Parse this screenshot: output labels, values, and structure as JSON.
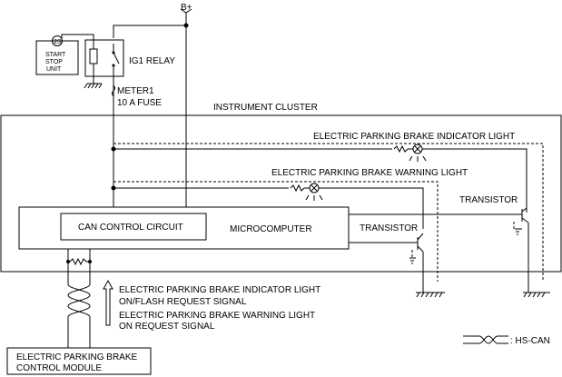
{
  "power": {
    "label": "B+"
  },
  "start_stop": {
    "line1": "START",
    "line2": "STOP",
    "line3": "UNIT",
    "badge": "2S"
  },
  "relay": {
    "label": "IG1 RELAY"
  },
  "fuse": {
    "line1": "METER1",
    "line2": "10 A FUSE"
  },
  "cluster": {
    "label": "INSTRUMENT CLUSTER"
  },
  "indicator_light": {
    "label": "ELECTRIC PARKING BRAKE INDICATOR LIGHT"
  },
  "warning_light": {
    "label": "ELECTRIC PARKING BRAKE WARNING LIGHT"
  },
  "microcomputer": {
    "label": "MICROCOMPUTER",
    "can_label": "CAN CONTROL CIRCUIT"
  },
  "transistor_upper": {
    "label": "TRANSISTOR"
  },
  "transistor_lower": {
    "label": "TRANSISTOR"
  },
  "signals": {
    "indicator_line1": "ELECTRIC PARKING BRAKE INDICATOR LIGHT",
    "indicator_line2": "ON/FLASH REQUEST SIGNAL",
    "warning_line1": "ELECTRIC PARKING BRAKE WARNING LIGHT",
    "warning_line2": "ON REQUEST SIGNAL"
  },
  "epb_module": {
    "line1": "ELECTRIC PARKING BRAKE",
    "line2": "CONTROL MODULE"
  },
  "legend": {
    "label": ": HS-CAN"
  }
}
